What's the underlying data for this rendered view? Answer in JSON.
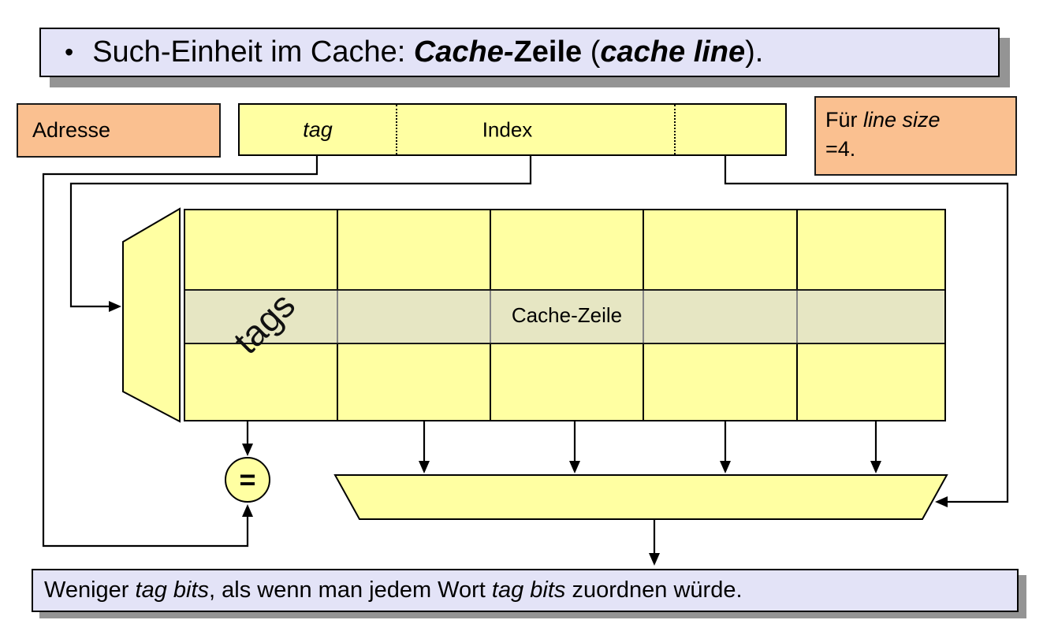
{
  "title": {
    "bullet": "•",
    "pre": "Such-Einheit im Cache: ",
    "term_de_bold_italic": "Cache-",
    "term_de_bold": "Zeile",
    "paren_open": " (",
    "term_en": "cache line",
    "paren_close": ")."
  },
  "address": {
    "label": "Adresse",
    "tag_field": "tag",
    "index_field": "Index",
    "offset_field": ""
  },
  "line_size_note": {
    "line1_pre": "Für ",
    "line1_italic": "line size",
    "line2": "=4."
  },
  "cache_array": {
    "tags_label": "tags",
    "line_label": "Cache-Zeile",
    "columns": 5,
    "rows": 3
  },
  "comparator": {
    "symbol": "="
  },
  "footer": {
    "pre": "Weniger ",
    "italic1": "tag bits",
    "mid": ", als wenn man jedem Wort ",
    "italic2": "tag bits",
    "post": " zuordnen würde."
  },
  "colors": {
    "box_lavender": "#e3e3f7",
    "box_orange": "#fac090",
    "fill_yellow": "#ffffa2",
    "highlight_row": "#e6e6c6",
    "shadow_gray": "#949494",
    "wire_black": "#000000"
  }
}
